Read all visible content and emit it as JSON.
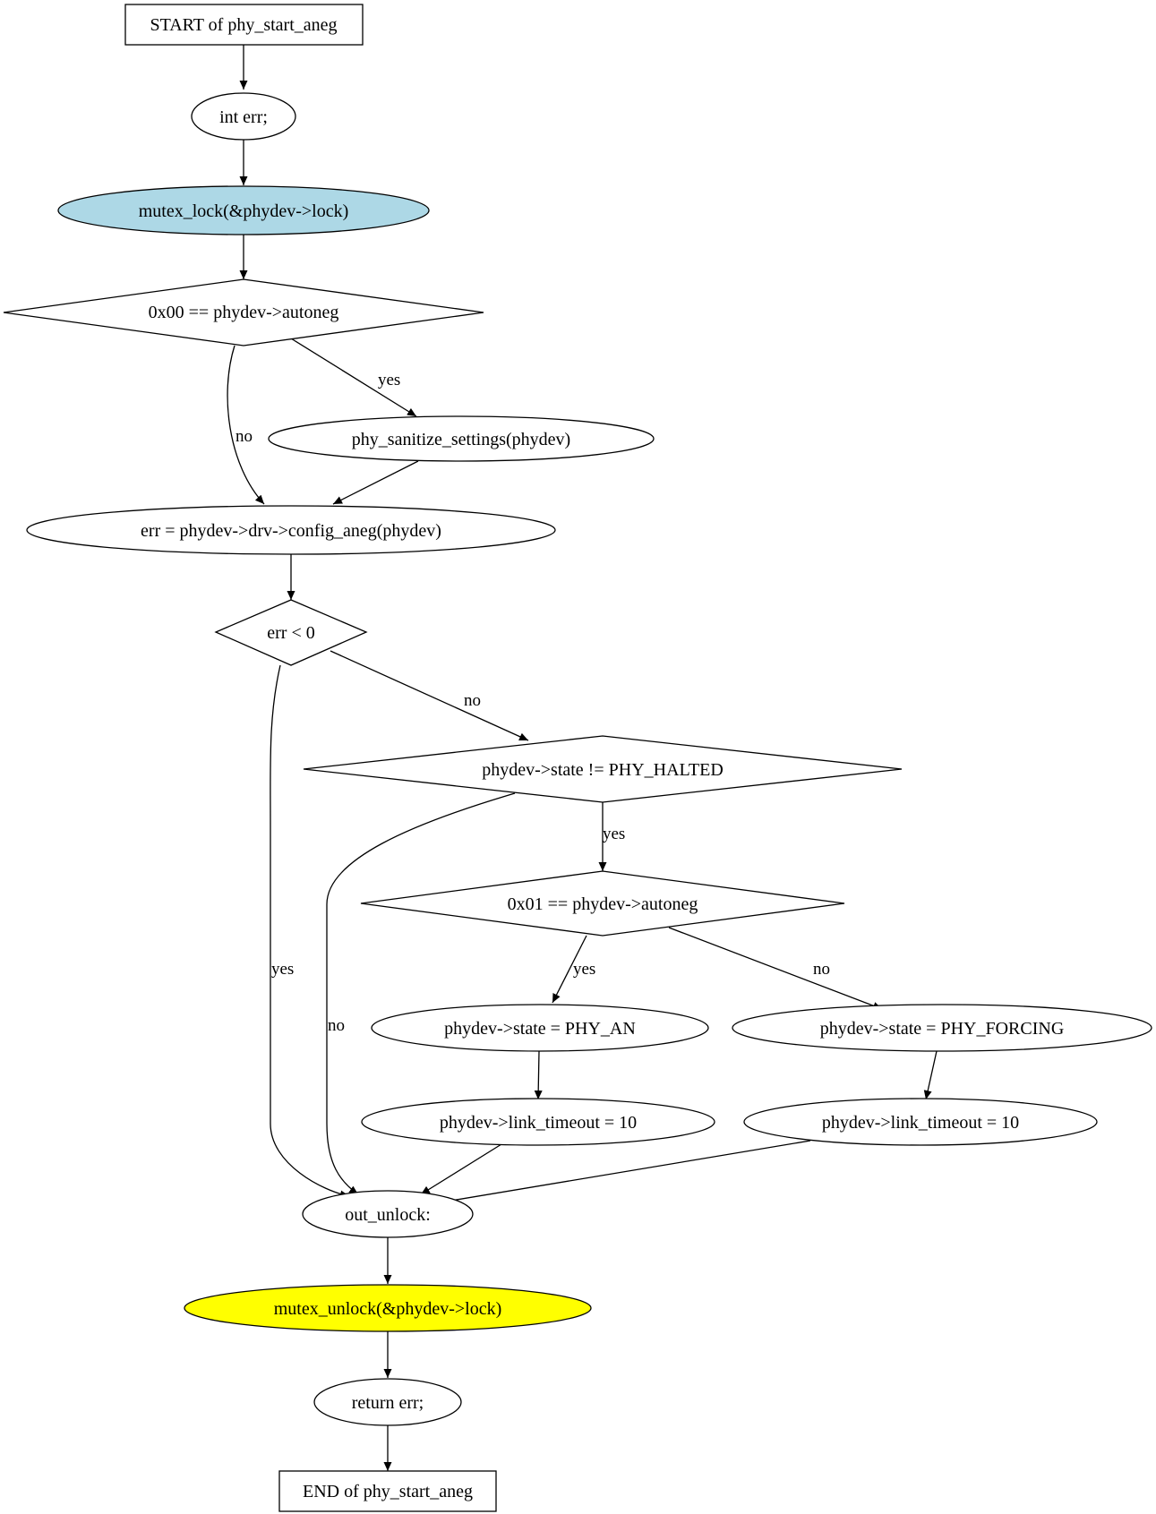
{
  "colors": {
    "lock_fill": "#add8e6",
    "unlock_fill": "#ffff00",
    "default_fill": "#ffffff",
    "stroke": "#000000"
  },
  "nodes": {
    "start": "START of phy_start_aneg",
    "decl": "int err;",
    "lock": "mutex_lock(&phydev->lock)",
    "cond_autoneg0": "0x00 == phydev->autoneg",
    "sanitize": "phy_sanitize_settings(phydev)",
    "config": "err = phydev->drv->config_aneg(phydev)",
    "cond_err": "err < 0",
    "cond_halted": "phydev->state != PHY_HALTED",
    "cond_autoneg1": "0x01 == phydev->autoneg",
    "state_an": "phydev->state = PHY_AN",
    "state_forcing": "phydev->state = PHY_FORCING",
    "timeout_an": "phydev->link_timeout = 10",
    "timeout_forcing": "phydev->link_timeout = 10",
    "out_unlock": "out_unlock:",
    "unlock": "mutex_unlock(&phydev->lock)",
    "ret": "return err;",
    "end": "END of phy_start_aneg"
  },
  "edge_labels": {
    "autoneg0_yes": "yes",
    "autoneg0_no": "no",
    "err_no": "no",
    "err_yes": "yes",
    "halted_yes": "yes",
    "halted_no": "no",
    "autoneg1_yes": "yes",
    "autoneg1_no": "no"
  }
}
